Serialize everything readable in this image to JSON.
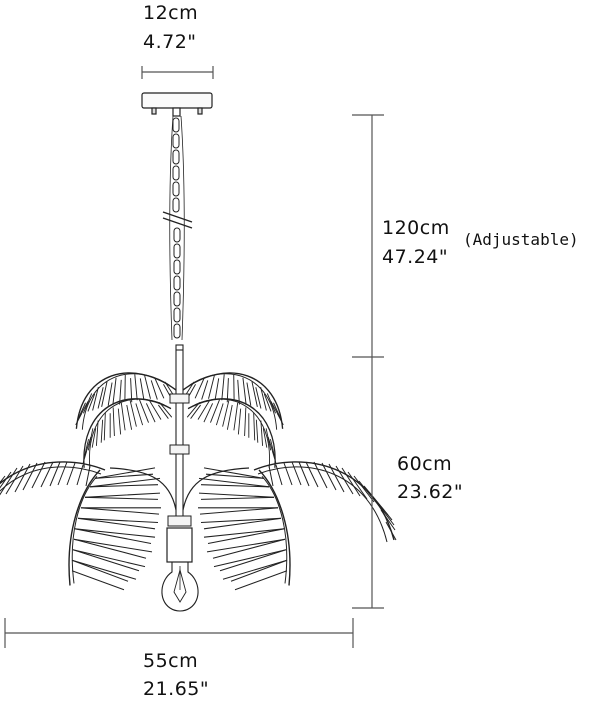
{
  "diagram": {
    "subject": "palm leaf pendant light dimension drawing",
    "colors": {
      "line": "#222222",
      "dim_line": "#555555",
      "background": "#ffffff"
    },
    "dimensions": {
      "canopy_width": {
        "metric": "12cm",
        "imperial": "4.72\""
      },
      "chain_length": {
        "metric": "120cm",
        "imperial": "47.24\"",
        "note": "(Adjustable)"
      },
      "fixture_height": {
        "metric": "60cm",
        "imperial": "23.62\""
      },
      "fixture_width": {
        "metric": "55cm",
        "imperial": "21.65\""
      }
    },
    "parts": [
      "canopy",
      "chain",
      "stem",
      "palm-leaves",
      "collars",
      "socket",
      "bulb"
    ]
  }
}
